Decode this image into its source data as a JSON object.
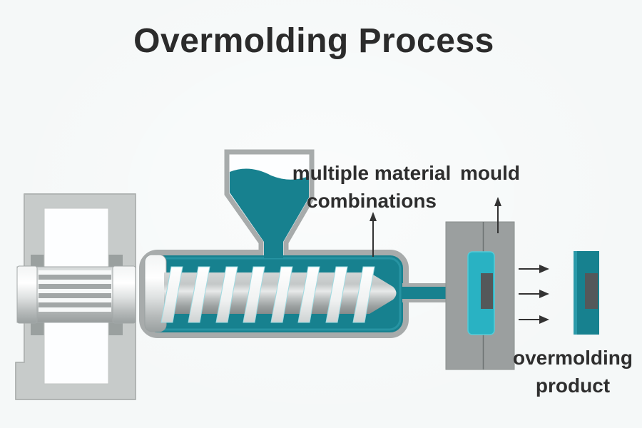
{
  "title": "Overmolding Process",
  "labels": {
    "material_line1": "multiple material",
    "material_line2": "combinations",
    "mould": "mould",
    "product_line1": "overmolding",
    "product_line2": "product"
  },
  "colors": {
    "background": "#f5f8f8",
    "teal_dark": "#17818f",
    "teal_bright": "#29b2c3",
    "teal_highlight": "#8fdde4",
    "machine_gray": "#c7cbca",
    "outline_gray": "#a7abab",
    "beam_gray": "#9aa09f",
    "mold_gray": "#9b9f9f",
    "insert_gray": "#54585a",
    "title_text": "#2b2b2b",
    "label_text": "#2e2e2e",
    "arrow": "#333333"
  }
}
